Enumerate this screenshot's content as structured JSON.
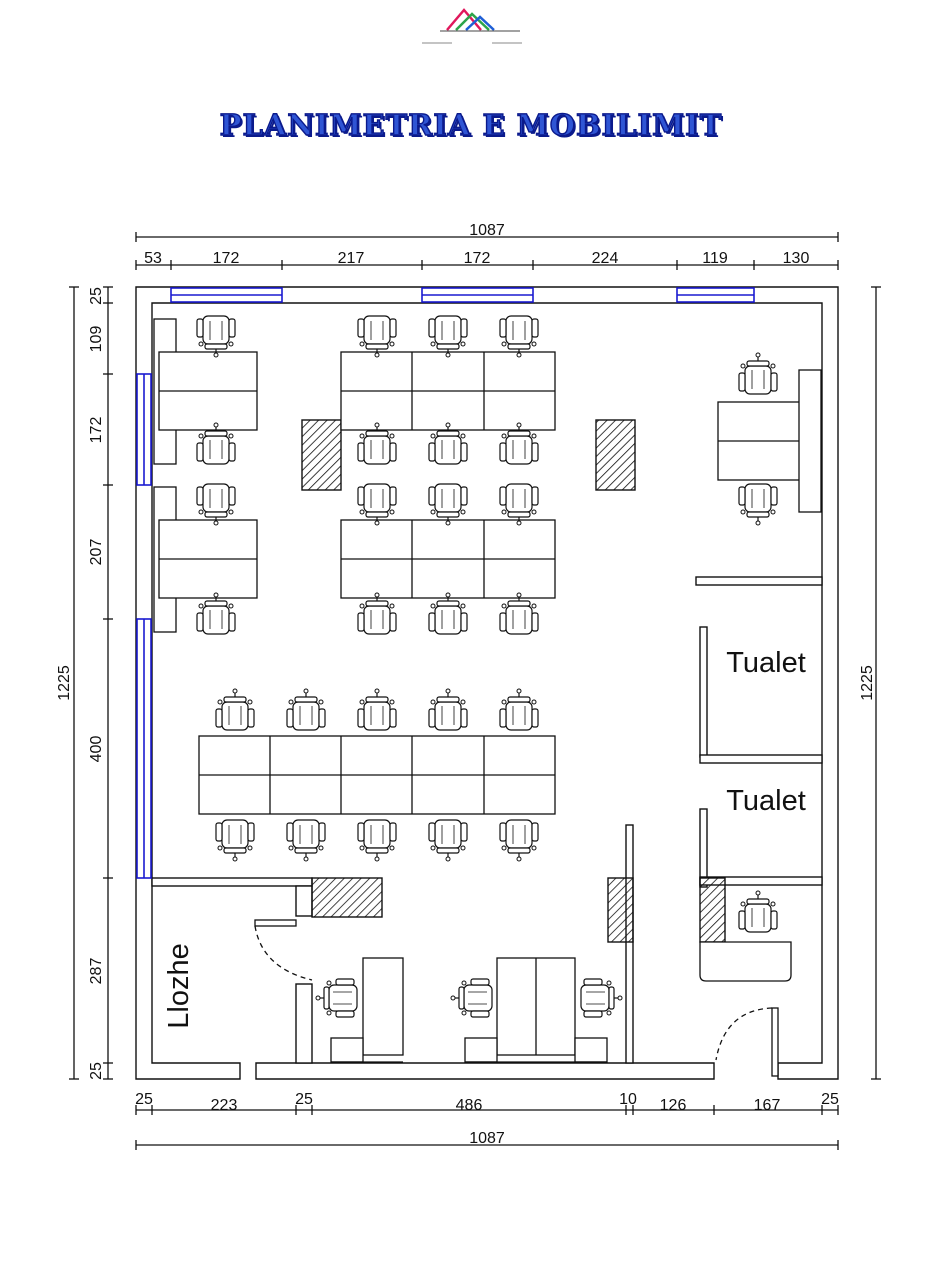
{
  "title": "PLANIMETRIA E MOBILIMIT",
  "logo": {
    "colors": [
      "#e0185c",
      "#2ca44a",
      "#1f5fd6",
      "#f2a21b"
    ]
  },
  "colors": {
    "window": "#1a1ad0",
    "line": "#111111"
  },
  "dimensions": {
    "top_total": "1087",
    "top_segments": [
      "53",
      "172",
      "217",
      "172",
      "224",
      "119",
      "130"
    ],
    "bottom_segments": [
      "25",
      "223",
      "25",
      "486",
      "10",
      "126",
      "167",
      "25"
    ],
    "bottom_total": "1087",
    "left_segments": [
      "25",
      "109",
      "172",
      "207",
      "400",
      "287",
      "25"
    ],
    "left_total": "1225",
    "right_total": "1225"
  },
  "rooms": {
    "toilet_1": "Tualet",
    "toilet_2": "Tualet",
    "lodge": "Llozhe"
  }
}
